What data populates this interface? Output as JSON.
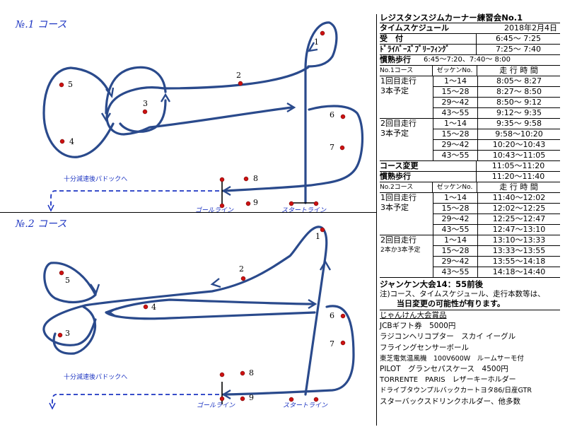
{
  "course1": {
    "title": "№.1 コース",
    "points": [
      "1",
      "2",
      "3",
      "4",
      "5",
      "6",
      "7",
      "8",
      "9"
    ],
    "pit_label": "十分減速後パドックへ",
    "goal_label": "ゴールライン",
    "start_label": "スタートライン"
  },
  "course2": {
    "title": "№.2 コース",
    "points": [
      "1",
      "2",
      "3",
      "4",
      "5",
      "6",
      "7",
      "8",
      "9"
    ],
    "pit_label": "十分減速後パドックへ",
    "goal_label": "ゴールライン",
    "start_label": "スタートライン"
  },
  "schedule": {
    "title": "レジスタンスジムカーナー練習会No.1",
    "subtitle": "タイムスケジュール",
    "date": "2018年2月4日",
    "reception_label": "受　付",
    "reception_time": "6:45〜 7:25",
    "briefing_label": "ﾄﾞﾗｲﾊﾞｰｽﾞﾌﾞﾘｰﾌｨﾝｸﾞ",
    "briefing_time": "7:25〜 7:40",
    "walk_label": "慣熟歩行",
    "walk_time": "6:45〜7:20、7:40〜 8:00",
    "course1_header": {
      "course": "No.1コース",
      "zekken": "ゼッケンNo.",
      "time": "走 行 時 間"
    },
    "course1_groups": [
      {
        "label1": "1回目走行",
        "label2": "3本予定",
        "rows": [
          {
            "z": "1〜14",
            "t": "8:05〜 8:27"
          },
          {
            "z": "15〜28",
            "t": "8:27〜 8:50"
          },
          {
            "z": "29〜42",
            "t": "8:50〜 9:12"
          },
          {
            "z": "43〜55",
            "t": "9:12〜 9:35"
          }
        ]
      },
      {
        "label1": "2回目走行",
        "label2": "3本予定",
        "rows": [
          {
            "z": "1〜14",
            "t": "9:35〜 9:58"
          },
          {
            "z": "15〜28",
            "t": "9:58〜10:20"
          },
          {
            "z": "29〜42",
            "t": "10:20〜10:43"
          },
          {
            "z": "43〜55",
            "t": "10:43〜11:05"
          }
        ]
      }
    ],
    "course_change_label": "コース変更",
    "course_change_time": "11:05〜11:20",
    "walk2_label": "慣熟歩行",
    "walk2_time": "11:20〜11:40",
    "course2_header": {
      "course": "No.2コース",
      "zekken": "ゼッケンNo.",
      "time": "走 行 時 間"
    },
    "course2_groups": [
      {
        "label1": "1回目走行",
        "label2": "3本予定",
        "rows": [
          {
            "z": "1〜14",
            "t": "11:40〜12:02"
          },
          {
            "z": "15〜28",
            "t": "12:02〜12:25"
          },
          {
            "z": "29〜42",
            "t": "12:25〜12:47"
          },
          {
            "z": "43〜55",
            "t": "12:47〜13:10"
          }
        ]
      },
      {
        "label1": "2回目走行",
        "label2": "2本か3本予定",
        "rows": [
          {
            "z": "1〜14",
            "t": "13:10〜13:33"
          },
          {
            "z": "15〜28",
            "t": "13:33〜13:55"
          },
          {
            "z": "29〜42",
            "t": "13:55〜14:18"
          },
          {
            "z": "43〜55",
            "t": "14:18〜14:40"
          }
        ]
      }
    ],
    "janken": "ジャンケン大会14：55前後",
    "note1": "注)コース、タイムスケジュール、走行本数等は、",
    "note2": "当日変更の可能性が有ります。"
  },
  "prizes": {
    "title": "じゃんけん大会賞品",
    "items": [
      "JCBギフト券　5000円",
      "ラジコンヘリコプター　スカイ イーグル",
      "フライングセンサーボール",
      "東芝電気温風機　100V600W　ルームサーモ付",
      "PILOT　グランセパスケース　4500円",
      "TORRENTE　PARIS　レザーキーホルダー",
      "ドライブタウンプルバックカートヨタ86/日産GTR",
      "スターバックスドリンクホルダー、他多数"
    ]
  },
  "colors": {
    "track": "#2a4a8c",
    "cone": "#cc1111",
    "label": "#1d35c2",
    "pit": "#1d35c2"
  }
}
